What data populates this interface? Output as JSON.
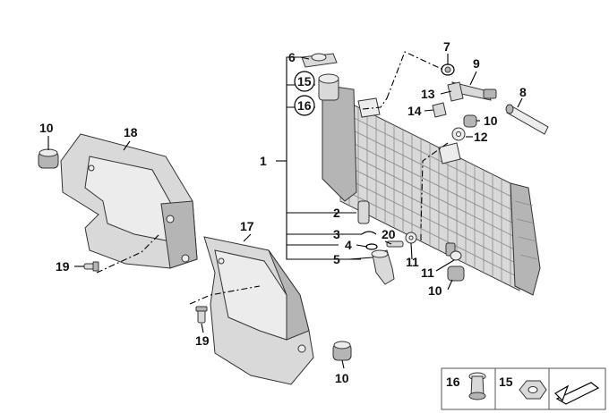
{
  "callouts": {
    "c1": "1",
    "c2": "2",
    "c3": "3",
    "c4": "4",
    "c5": "5",
    "c6": "6",
    "c7": "7",
    "c8": "8",
    "c9": "9",
    "c10a": "10",
    "c10b": "10",
    "c10c": "10",
    "c10d": "10",
    "c11a": "11",
    "c11b": "11",
    "c12": "12",
    "c13": "13",
    "c14": "14",
    "c15": "15",
    "c16": "16",
    "c17": "17",
    "c18": "18",
    "c19a": "19",
    "c19b": "19",
    "c20": "20"
  },
  "legend": {
    "item16": "16",
    "item15": "15"
  },
  "colors": {
    "part_fill": "#d9d9d9",
    "outline": "#333333"
  },
  "icons": {
    "legend_arrow": "arrow-icon"
  }
}
